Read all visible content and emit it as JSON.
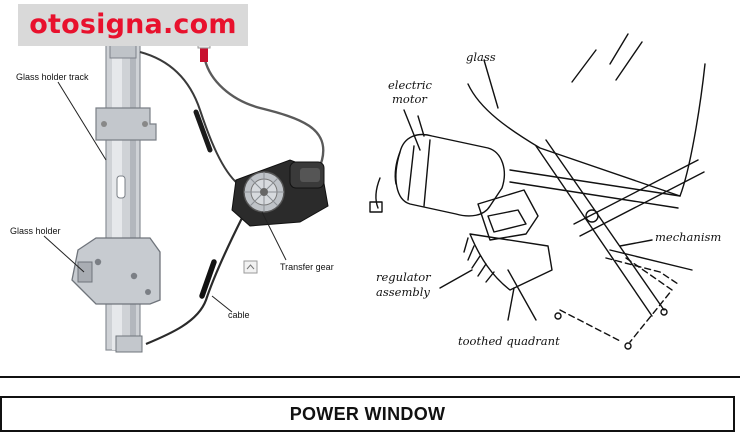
{
  "brand": {
    "name": "otosigna.com",
    "text_color": "#e8112d",
    "background": "#d9d9d9"
  },
  "left_diagram": {
    "labels": {
      "glass_holder_track": "Glass holder track",
      "glass_holder": "Glass holder",
      "transfer_gear": "Transfer gear",
      "cable": "cable"
    },
    "connector_color": "#c8102e"
  },
  "right_diagram": {
    "labels": {
      "glass": "glass",
      "electric_motor_line1": "electric",
      "electric_motor_line2": "motor",
      "mechanism": "mechanism",
      "regulator_line1": "regulator",
      "regulator_line2": "assembly",
      "toothed_quadrant": "toothed quadrant"
    }
  },
  "footer": {
    "title": "POWER WINDOW"
  }
}
